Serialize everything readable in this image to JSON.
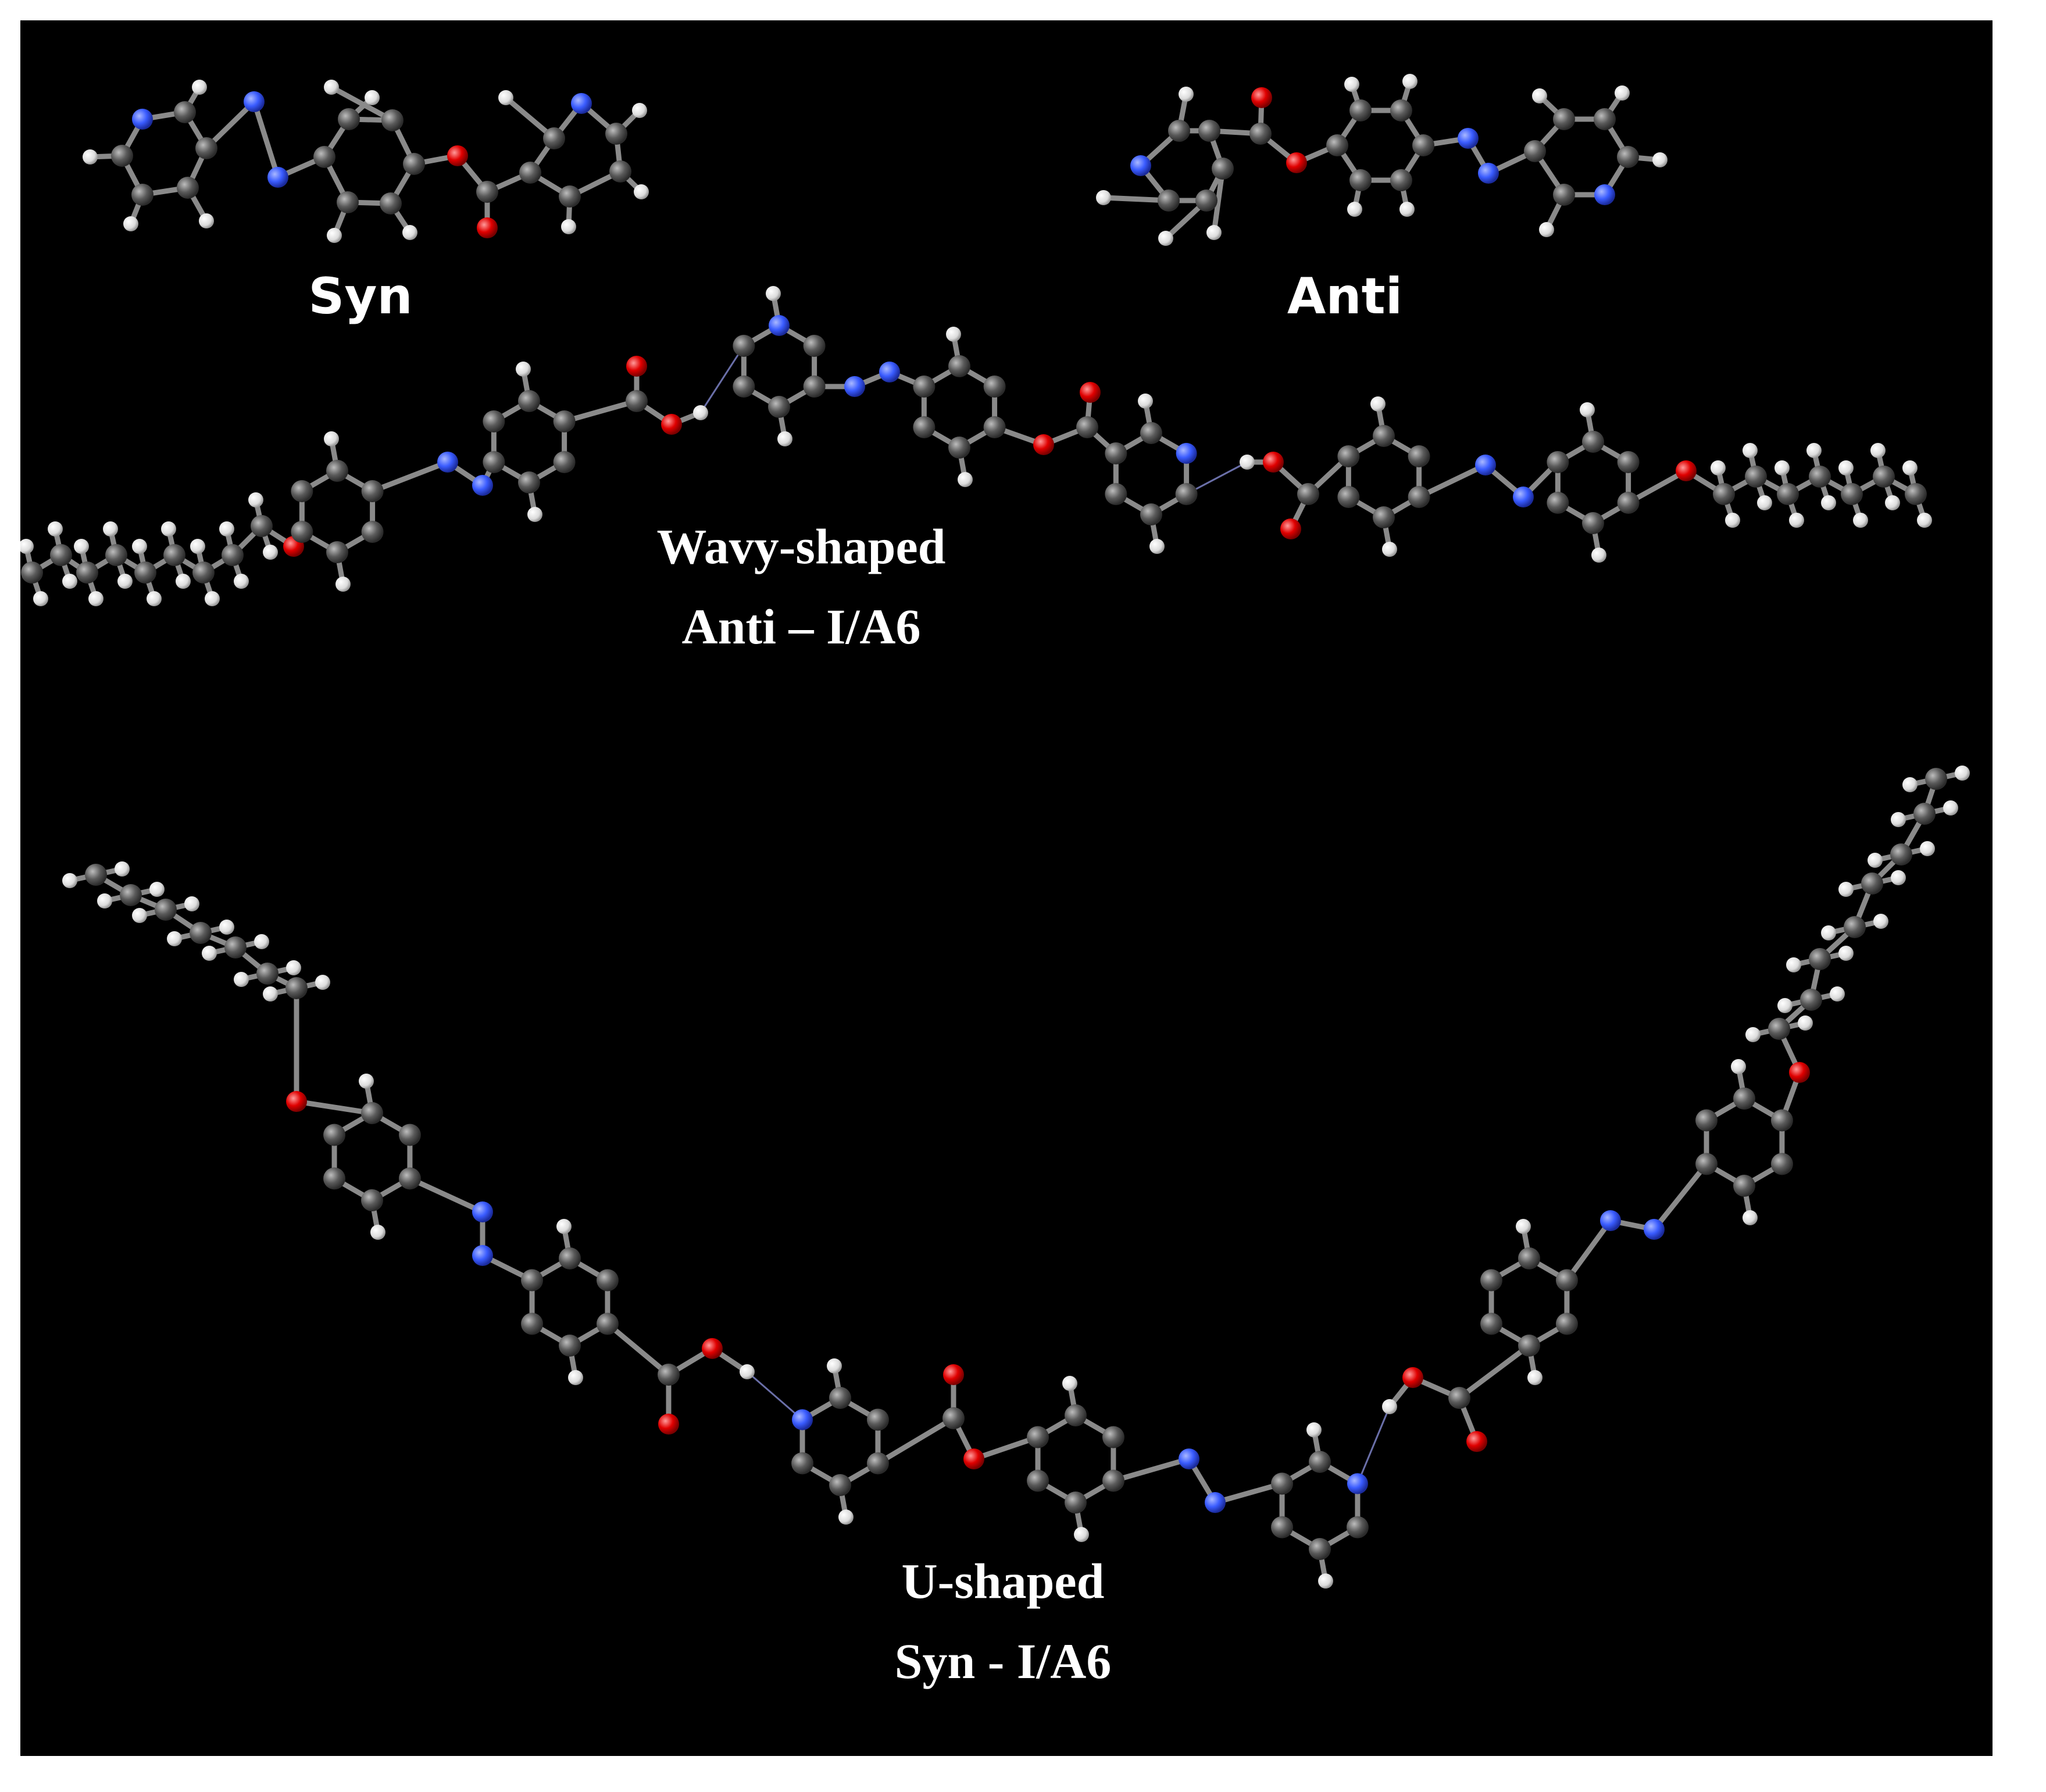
{
  "labels": {
    "syn": "Syn",
    "anti": "Anti",
    "wavy_line1": "Wavy-shaped",
    "wavy_line2": "Anti – I/A6",
    "u_line1": "U-shaped",
    "u_line2": "Syn - I/A6"
  },
  "colors": {
    "background": "#000000",
    "carbon": "#555555",
    "hydrogen": "#ffffff",
    "nitrogen": "#3a5cff",
    "oxygen": "#e00000",
    "bond": "#8a8a8a"
  }
}
